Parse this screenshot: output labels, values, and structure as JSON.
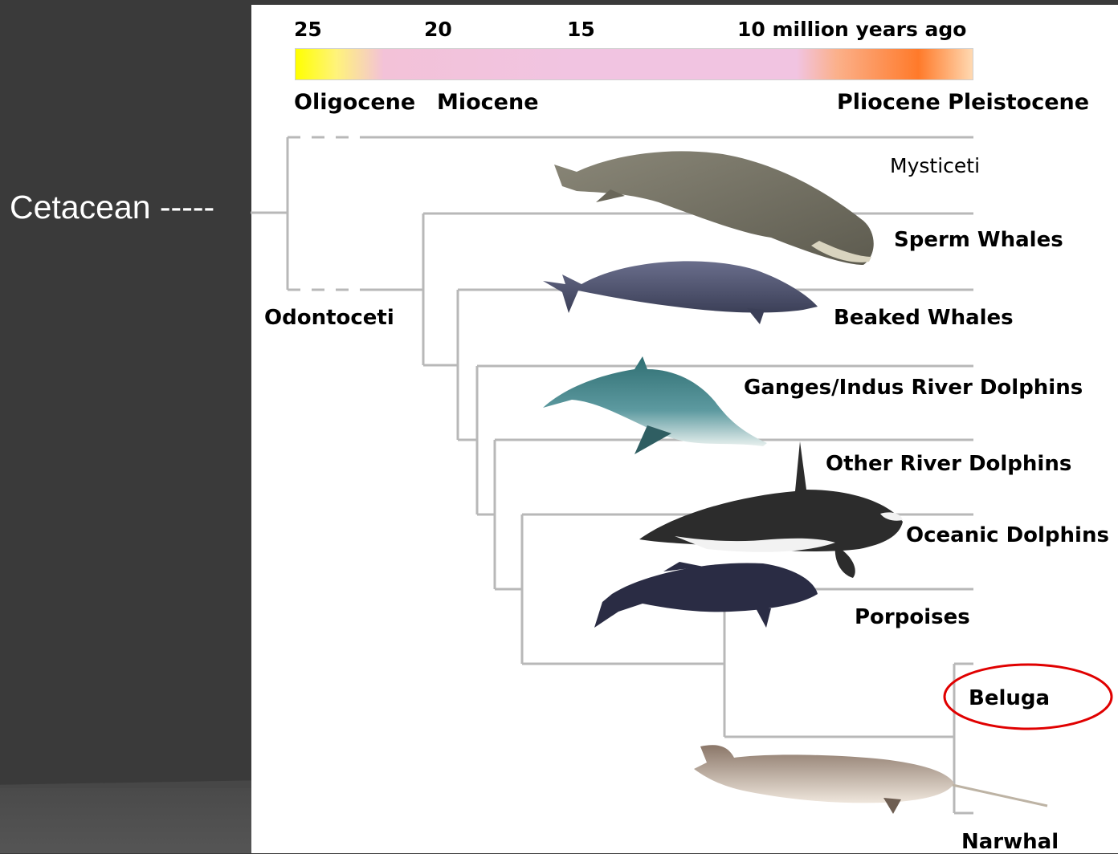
{
  "slide": {
    "side_label": "Cetacean -----"
  },
  "timeline": {
    "ticks": [
      "25",
      "20",
      "15",
      "10 million years ago"
    ],
    "epochs": [
      "Oligocene",
      "Miocene",
      "Pliocene Pleistocene"
    ]
  },
  "tree": {
    "node_label": "Odontoceti",
    "taxa": [
      "Mysticeti",
      "Sperm Whales",
      "Beaked Whales",
      "Ganges/Indus River Dolphins",
      "Other River Dolphins",
      "Oceanic Dolphins",
      "Porpoises",
      "Beluga",
      "Narwhal"
    ]
  },
  "highlight": {
    "target": "Beluga",
    "color": "#e00000"
  },
  "illustrations": [
    "sperm-whale",
    "beaked-whale",
    "river-dolphin",
    "orca",
    "porpoise",
    "narwhal"
  ]
}
